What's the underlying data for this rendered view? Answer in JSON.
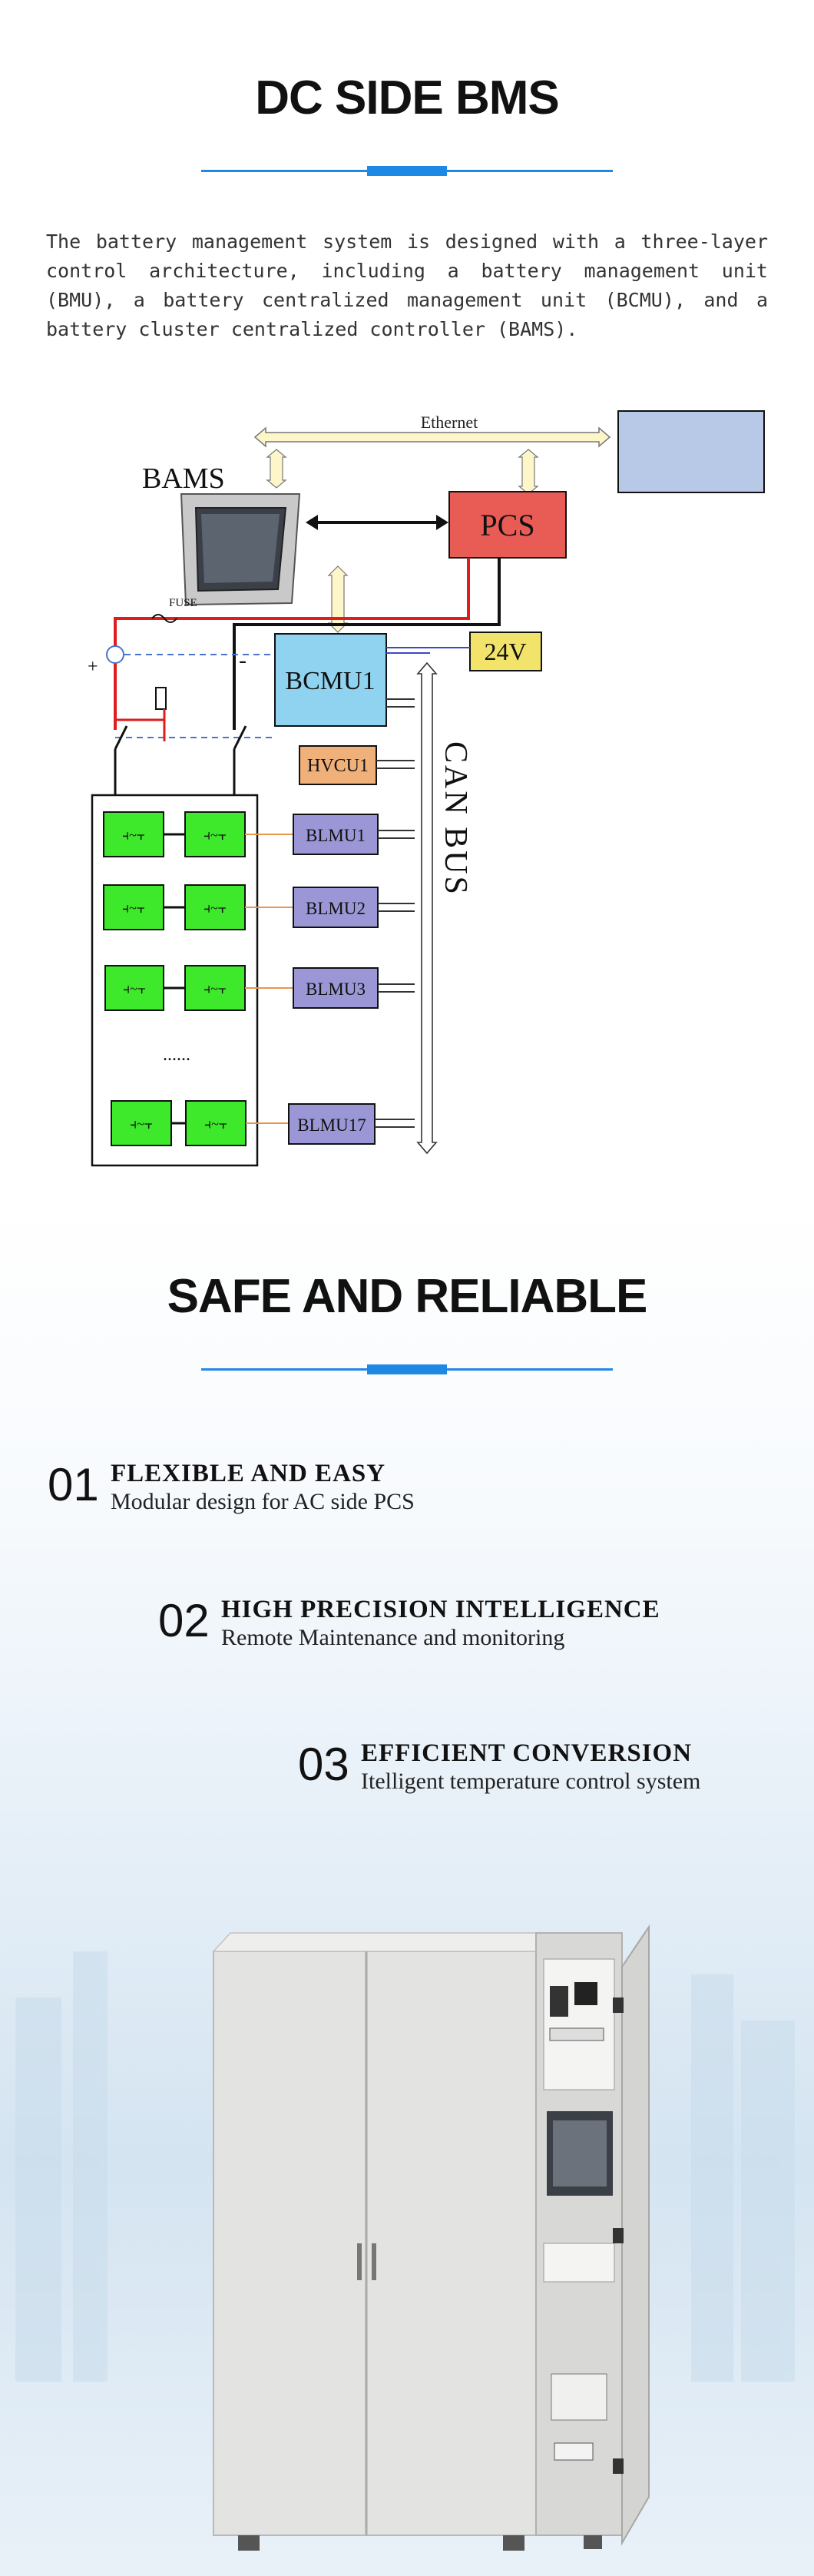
{
  "section1": {
    "title": "DC SIDE BMS",
    "intro": "The battery management system is designed with a three-layer control architecture, including a battery management unit (BMU), a battery centralized management unit (BCMU), and a battery cluster centralized controller (BAMS)."
  },
  "diagram": {
    "ethernet": "Ethernet",
    "bams": "BAMS",
    "pcs": "PCS",
    "fuse": "FUSE",
    "plus": "+",
    "minus": "-",
    "bcmu": "BCMU1",
    "v24": "24V",
    "hvcu": "HVCU1",
    "can_bus": "CAN BUS",
    "blmu": [
      "BLMU1",
      "BLMU2",
      "BLMU3",
      "BLMU17"
    ],
    "ellipsis": "......",
    "colors": {
      "pcs": "#e85c55",
      "bcmu": "#8fd3f0",
      "v24": "#f2e46b",
      "hvcu": "#f0b07a",
      "blmu": "#9b97d6",
      "battery": "#3ee82a",
      "monitor": "#b7c9e6"
    }
  },
  "section2": {
    "title": "SAFE AND RELIABLE",
    "features": [
      {
        "num": "01",
        "title": "FLEXIBLE AND EASY",
        "desc": "Modular design for AC side PCS"
      },
      {
        "num": "02",
        "title": "HIGH PRECISION INTELLIGENCE",
        "desc": "Remote Maintenance and monitoring"
      },
      {
        "num": "03",
        "title": "EFFICIENT CONVERSION",
        "desc": "Itelligent temperature control system"
      }
    ]
  }
}
